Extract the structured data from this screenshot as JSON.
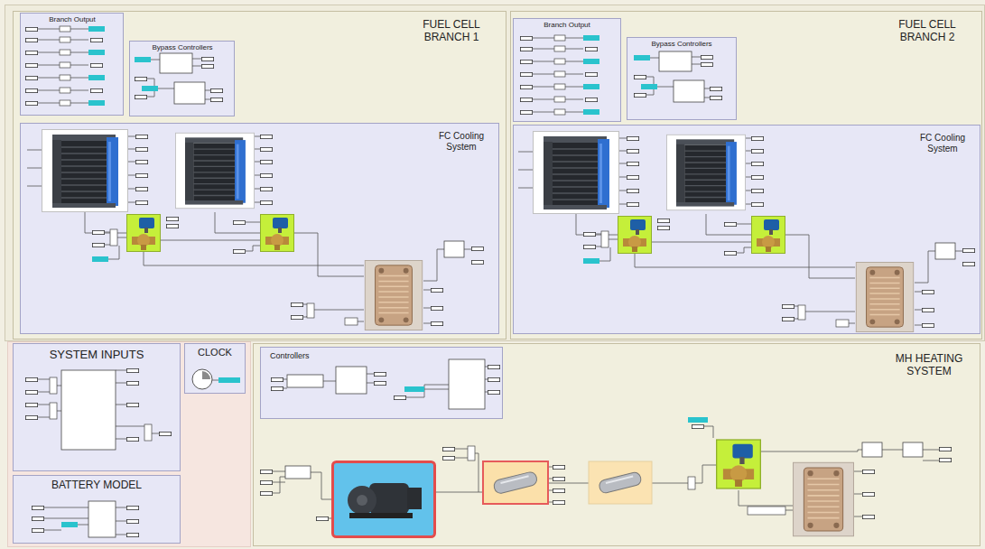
{
  "diagram": {
    "nodes": [
      {
        "text": [
          "FUEL CELL BRANCH 1"
        ]
      },
      {
        "text": [
          "Branch Output"
        ],
        "in": 0
      },
      {
        "text": [
          "Bypass Controllers"
        ],
        "in": 0
      },
      {
        "text": [
          "FC Cooling System"
        ],
        "in": 0
      },
      {
        "text": [
          "FUEL CELL BRANCH 2"
        ]
      },
      {
        "text": [
          "Branch Output"
        ],
        "in": 4
      },
      {
        "text": [
          "Bypass Controllers"
        ],
        "in": 4
      },
      {
        "text": [
          "FC Cooling System"
        ],
        "in": 4
      },
      {
        "text": [
          "SYSTEM INPUTS"
        ]
      },
      {
        "text": [
          "CLOCK"
        ]
      },
      {
        "text": [
          "BATTERY MODEL"
        ]
      },
      {
        "text": [
          "MH HEATING SYSTEM"
        ]
      },
      {
        "text": [
          "Controllers"
        ],
        "in": 11
      }
    ]
  }
}
